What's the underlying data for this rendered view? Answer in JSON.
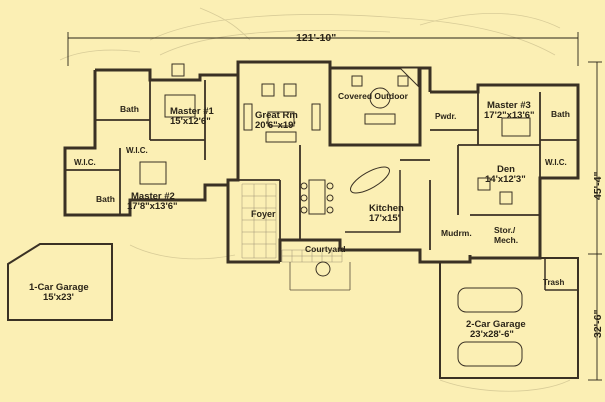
{
  "dimensions": {
    "overall_width": "121'-10\"",
    "house_depth": "45'-4\"",
    "garage_depth": "32'-6\""
  },
  "rooms": {
    "master1": {
      "name": "Master #1",
      "size": "15'x12'6\""
    },
    "great_room": {
      "name": "Great Rm",
      "size": "20'6\"x19'"
    },
    "covered_outdoor": {
      "name": "Covered Outdoor"
    },
    "master3": {
      "name": "Master #3",
      "size": "17'2\"x13'6\""
    },
    "bath_left_upper": {
      "name": "Bath"
    },
    "wic_left": {
      "name": "W.I.C."
    },
    "wic_left_lower": {
      "name": "W.I.C."
    },
    "bath_left_lower": {
      "name": "Bath"
    },
    "master2": {
      "name": "Master #2",
      "size": "17'8\"x13'6\""
    },
    "pwdr": {
      "name": "Pwdr."
    },
    "bath_right": {
      "name": "Bath"
    },
    "den": {
      "name": "Den",
      "size": "14'x12'3\""
    },
    "wic_right": {
      "name": "W.I.C."
    },
    "foyer": {
      "name": "Foyer"
    },
    "kitchen": {
      "name": "Kitchen",
      "size": "17'x15'"
    },
    "mudrm": {
      "name": "Mudrm."
    },
    "stor_mech": {
      "name": "Stor./",
      "name2": "Mech."
    },
    "courtyard": {
      "name": "Courtyard"
    },
    "trash": {
      "name": "Trash"
    },
    "garage1": {
      "name": "1-Car Garage",
      "size": "15'x23'"
    },
    "garage2": {
      "name": "2-Car Garage",
      "size": "23'x28'-6\""
    }
  },
  "colors": {
    "background": "#fbefb4",
    "ink": "#2a2418"
  }
}
